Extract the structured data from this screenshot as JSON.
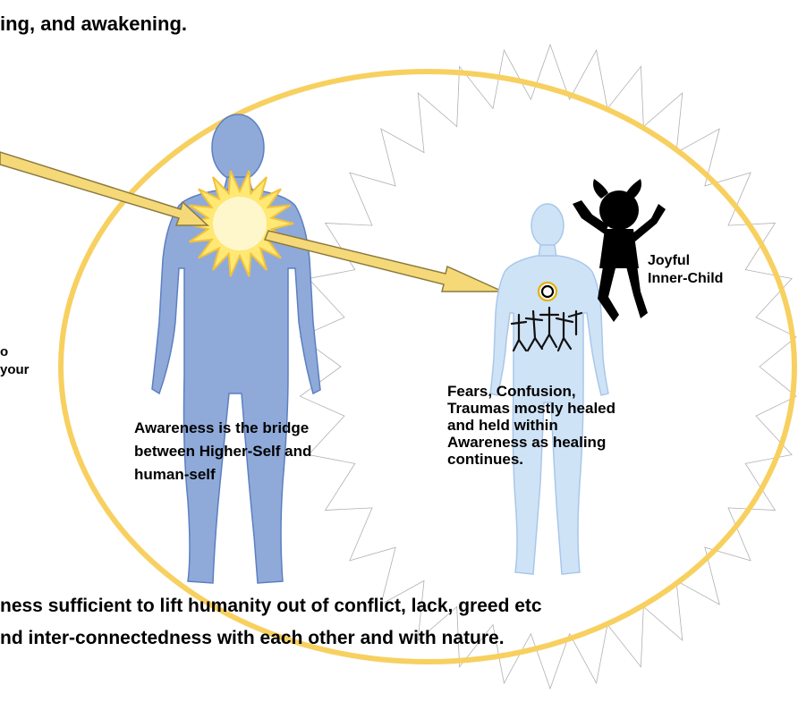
{
  "heading_fragment": "ing, and awakening.",
  "left_fragment": "o\nyour",
  "awareness_label": "Awareness is the bridge\nbetween Higher-Self and\nhuman-self",
  "healing_label": "Fears, Confusion,\nTraumas mostly healed\nand held within\nAwareness as healing\ncontinues.",
  "inner_child_label": "Joyful\nInner-Child",
  "footer_fragment": "ness sufficient to lift humanity out of conflict, lack, greed etc\nnd inter-connectedness with each other and with nature.",
  "colors": {
    "halo_gold": "#f7d060",
    "figure_blue": "#8faad9",
    "figure_light_blue": "#cfe3f6",
    "sun_yellow": "#ffe873",
    "arrow_fill": "#f5d978",
    "child_silhouette": "#000000",
    "starburst_line": "#b0b0b0"
  },
  "icons": [
    "sun-burst-icon",
    "starburst-outline",
    "human-silhouette",
    "child-silhouette",
    "inner-crowd-icon"
  ]
}
